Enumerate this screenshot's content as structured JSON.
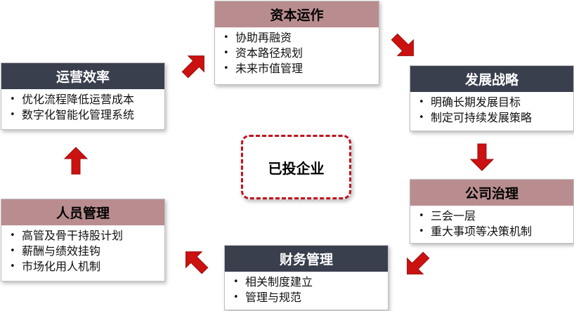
{
  "center": {
    "label": "已投企业"
  },
  "nodes": {
    "capital": {
      "title": "资本运作",
      "items": [
        "协助再融资",
        "资本路径规划",
        "未来市值管理"
      ]
    },
    "strategy": {
      "title": "发展战略",
      "items": [
        "明确长期发展目标",
        "制定可持续发展策略"
      ]
    },
    "governance": {
      "title": "公司治理",
      "items": [
        "三会一层",
        "重大事项等决策机制"
      ]
    },
    "finance": {
      "title": "财务管理",
      "items": [
        "相关制度建立",
        "管理与规范"
      ]
    },
    "personnel": {
      "title": "人员管理",
      "items": [
        "高管及骨干持股计划",
        "薪酬与绩效挂钩",
        "市场化用人机制"
      ]
    },
    "efficiency": {
      "title": "运营效率",
      "items": [
        "优化流程降低运营成本",
        "数字化智能化管理系统"
      ]
    }
  },
  "colors": {
    "arrow": "#cc1111",
    "rose_header": "#b98d8f",
    "dark_header": "#3a3f4e",
    "center_border": "#c0121c"
  }
}
